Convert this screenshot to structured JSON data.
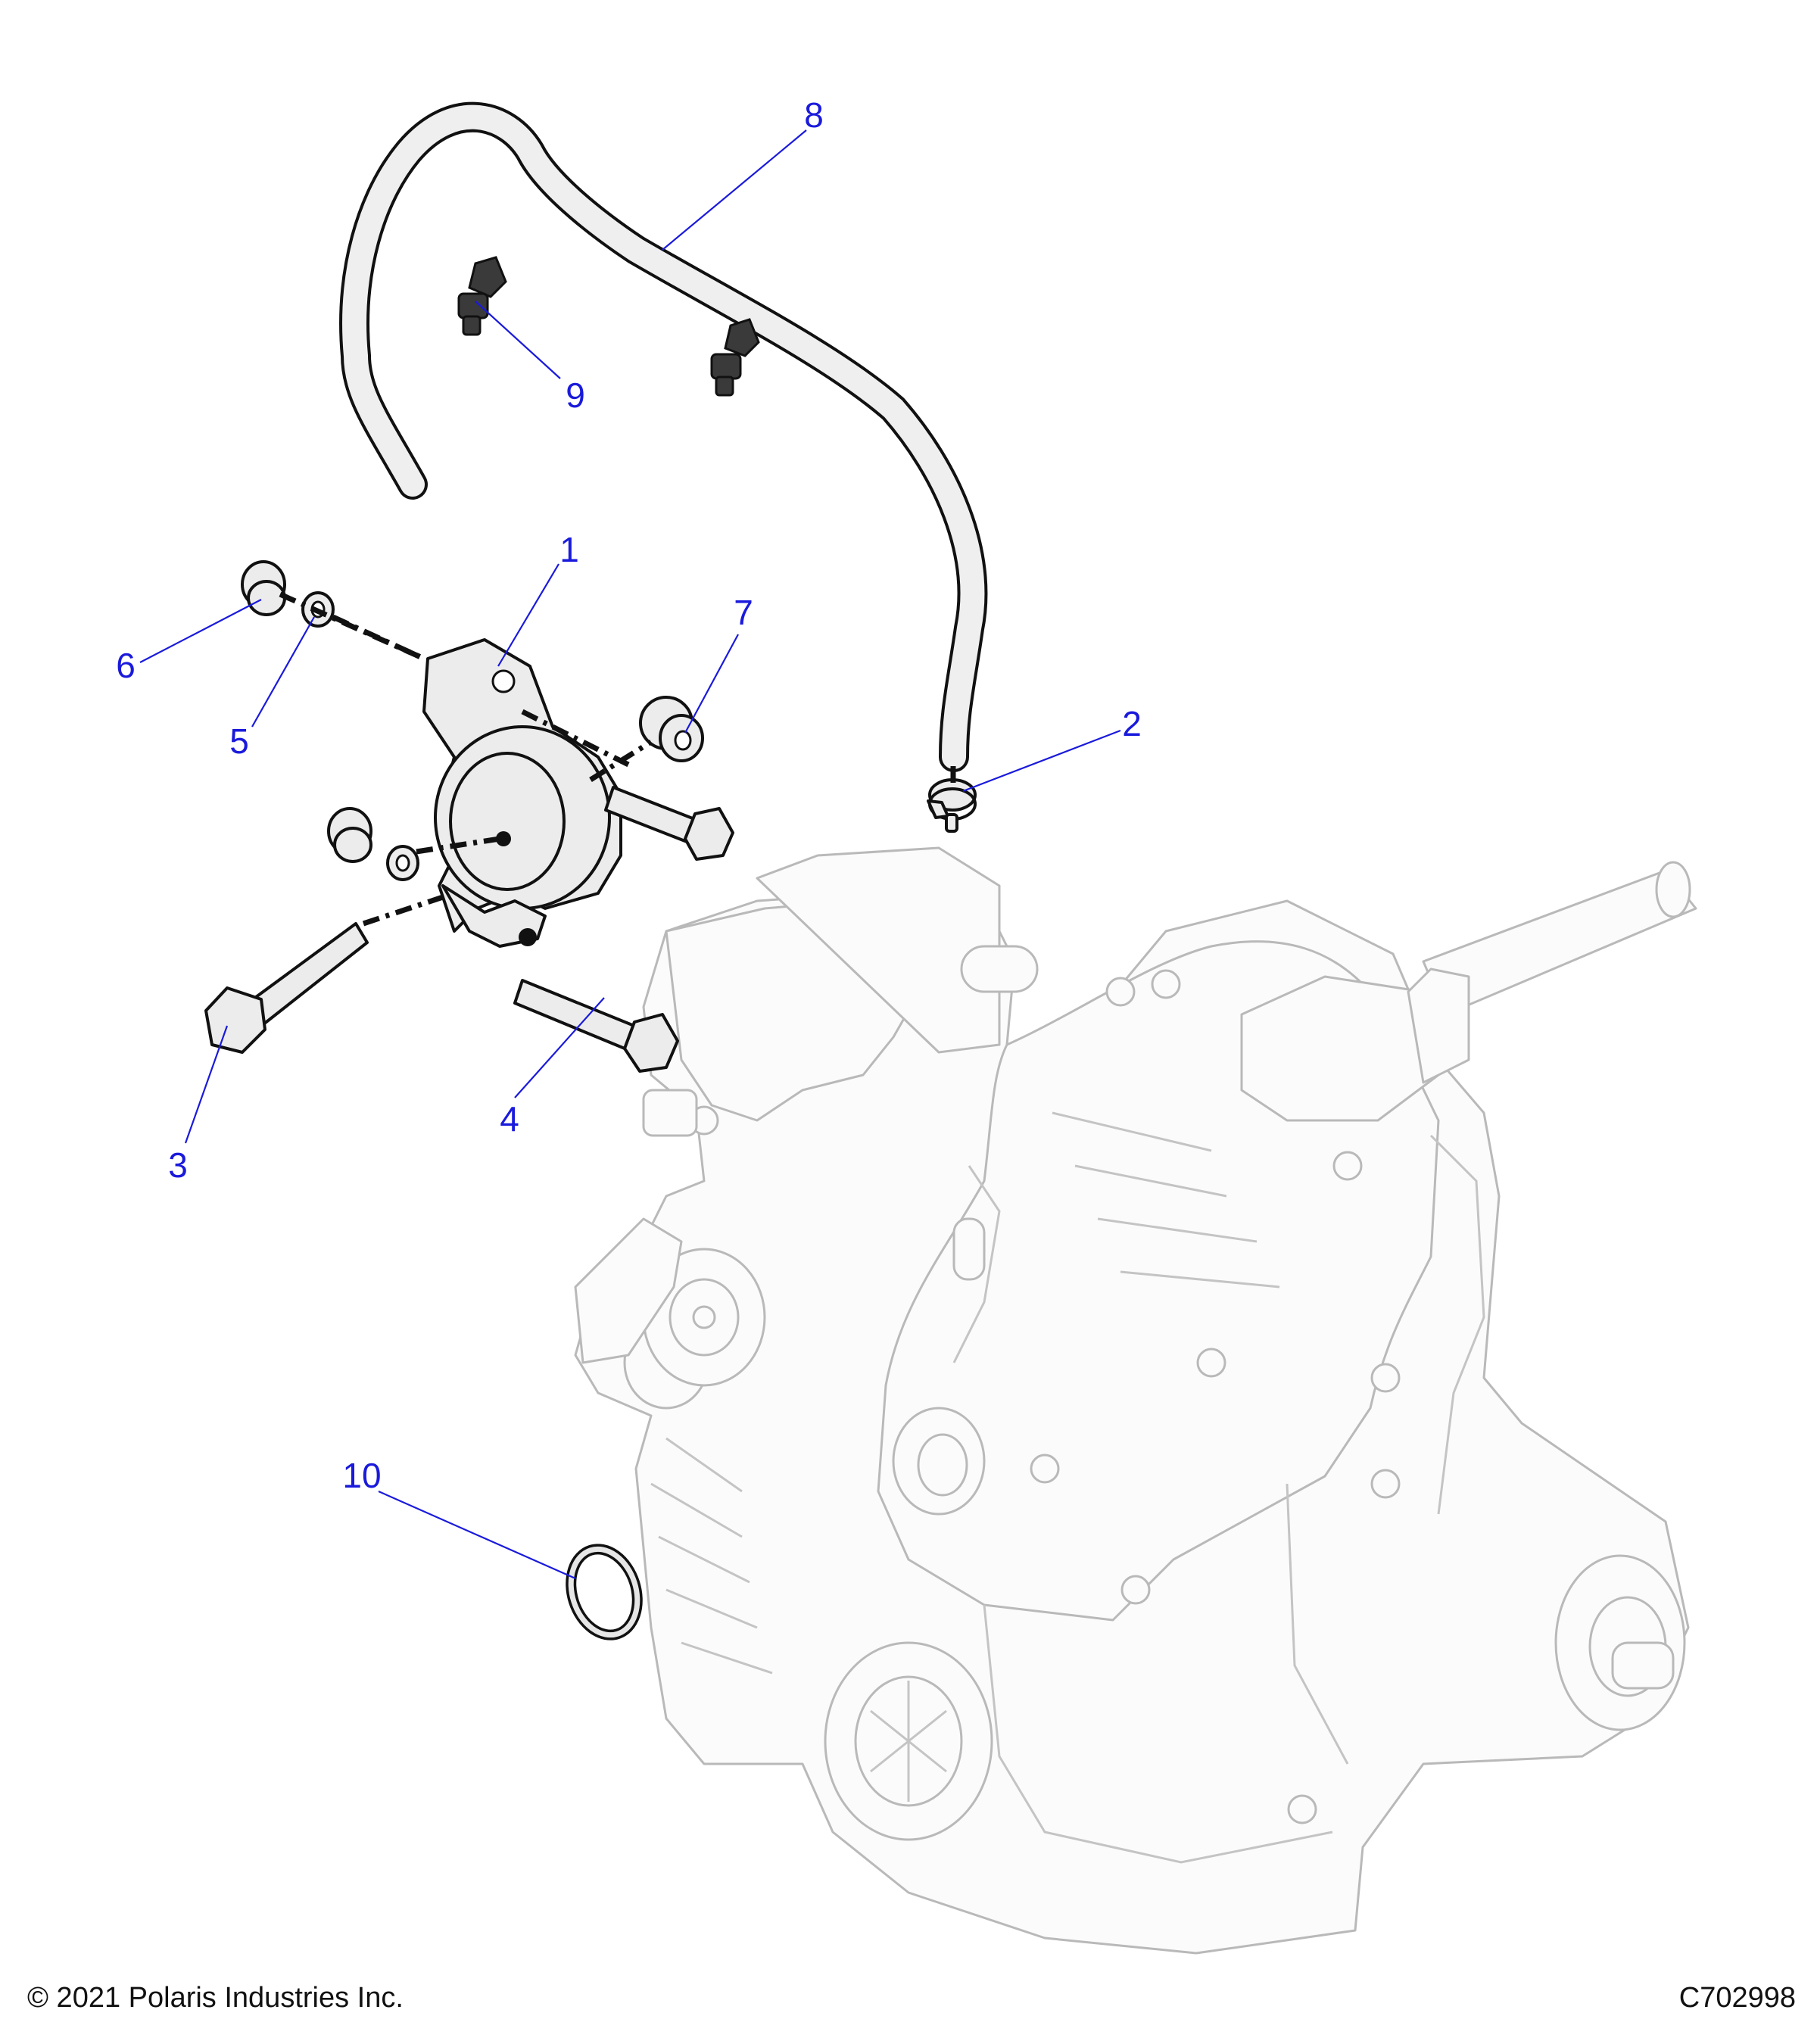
{
  "footer": {
    "copyright": "© 2021 Polaris Industries Inc.",
    "drawing_number": "C702998"
  },
  "callouts": [
    {
      "id": "1",
      "label": "1",
      "part": "speed-sensor-bracket"
    },
    {
      "id": "2",
      "label": "2",
      "part": "hose-clamp"
    },
    {
      "id": "3",
      "label": "3",
      "part": "long-flange-bolt"
    },
    {
      "id": "4",
      "label": "4",
      "part": "short-flange-bolt"
    },
    {
      "id": "5",
      "label": "5",
      "part": "lock-washer"
    },
    {
      "id": "6",
      "label": "6",
      "part": "flange-nut"
    },
    {
      "id": "7",
      "label": "7",
      "part": "spacer-nut"
    },
    {
      "id": "8",
      "label": "8",
      "part": "vent-hose"
    },
    {
      "id": "9",
      "label": "9",
      "part": "push-retainer"
    },
    {
      "id": "10",
      "label": "10",
      "part": "o-ring"
    }
  ],
  "colors": {
    "callout": "#1a1adc",
    "part_outline": "#111111",
    "part_fill": "#ececec",
    "ghost_outline": "#b9b9b9"
  }
}
